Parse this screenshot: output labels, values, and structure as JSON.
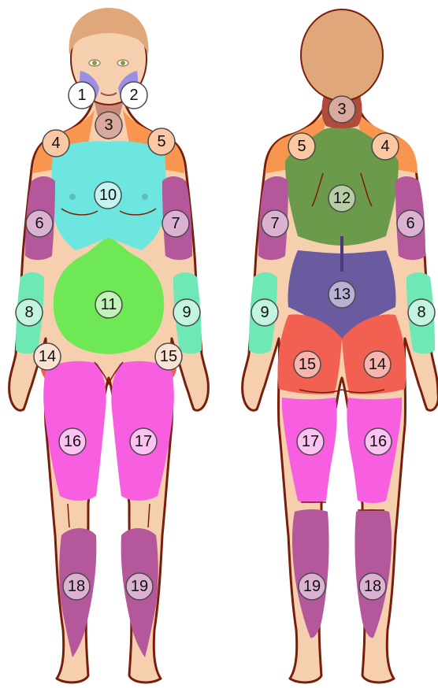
{
  "colors": {
    "skin": "#f6cfae",
    "outline": "#7a1e0c",
    "hair": "#dfa77a",
    "face_purple": "#9b8ee6",
    "neck_front": "#c98a7a",
    "neck_back": "#b04a3a",
    "shoulder": "#f8954e",
    "chest": "#6ee6e0",
    "abdomen": "#6ee855",
    "upper_arm": "#b5579b",
    "forearm": "#6ee8b5",
    "buttock": "#f16050",
    "thigh": "#f75ee0",
    "calf": "#b5579b",
    "upper_back": "#6a9a4a",
    "lower_back": "#6a5aa0"
  },
  "front_view": {
    "labels": [
      {
        "id": "1",
        "region": "face_purple"
      },
      {
        "id": "2",
        "region": "face_purple"
      },
      {
        "id": "3",
        "region": "neck_front"
      },
      {
        "id": "4",
        "region": "shoulder"
      },
      {
        "id": "5",
        "region": "shoulder"
      },
      {
        "id": "10",
        "region": "chest"
      },
      {
        "id": "6",
        "region": "upper_arm"
      },
      {
        "id": "7",
        "region": "upper_arm"
      },
      {
        "id": "11",
        "region": "abdomen"
      },
      {
        "id": "8",
        "region": "forearm"
      },
      {
        "id": "9",
        "region": "forearm"
      },
      {
        "id": "14",
        "region": "buttock"
      },
      {
        "id": "15",
        "region": "buttock"
      },
      {
        "id": "16",
        "region": "thigh"
      },
      {
        "id": "17",
        "region": "thigh"
      },
      {
        "id": "18",
        "region": "calf"
      },
      {
        "id": "19",
        "region": "calf"
      }
    ]
  },
  "back_view": {
    "labels": [
      {
        "id": "3",
        "region": "neck_back"
      },
      {
        "id": "5",
        "region": "shoulder"
      },
      {
        "id": "4",
        "region": "shoulder"
      },
      {
        "id": "12",
        "region": "upper_back"
      },
      {
        "id": "7",
        "region": "upper_arm"
      },
      {
        "id": "6",
        "region": "upper_arm"
      },
      {
        "id": "13",
        "region": "lower_back"
      },
      {
        "id": "9",
        "region": "forearm"
      },
      {
        "id": "8",
        "region": "forearm"
      },
      {
        "id": "15",
        "region": "buttock"
      },
      {
        "id": "14",
        "region": "buttock"
      },
      {
        "id": "17",
        "region": "thigh"
      },
      {
        "id": "16",
        "region": "thigh"
      },
      {
        "id": "19",
        "region": "calf"
      },
      {
        "id": "18",
        "region": "calf"
      }
    ]
  }
}
